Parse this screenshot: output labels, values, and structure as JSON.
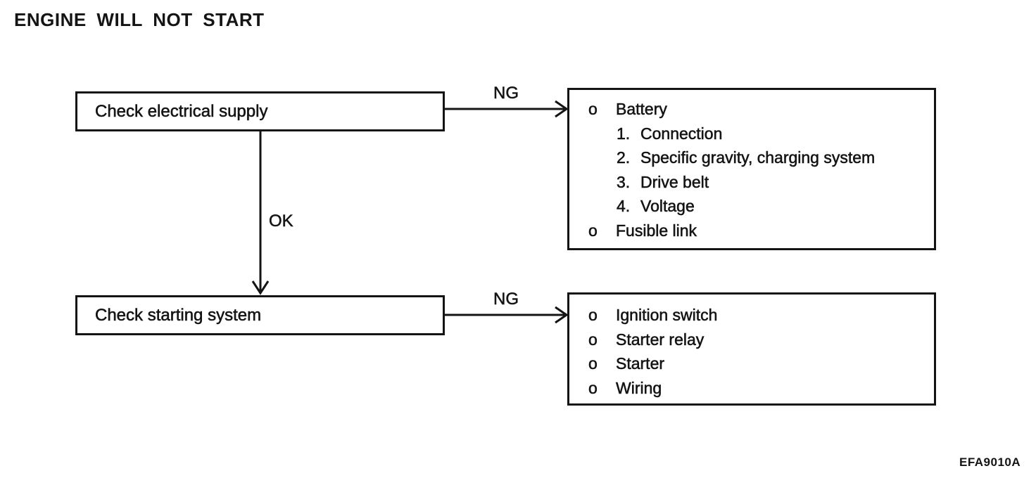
{
  "title": "ENGINE WILL NOT START",
  "figure_code": "EFA9010A",
  "colors": {
    "ink": "#141414",
    "background": "#ffffff"
  },
  "flow": {
    "step1": {
      "label": "Check electrical supply",
      "ng": "NG",
      "ok": "OK"
    },
    "step2": {
      "label": "Check starting system",
      "ng": "NG"
    },
    "result1": {
      "items": [
        {
          "marker": "o",
          "text": "Battery"
        },
        {
          "marker": "1.",
          "text": "Connection"
        },
        {
          "marker": "2.",
          "text": "Specific gravity, charging system"
        },
        {
          "marker": "3.",
          "text": "Drive belt"
        },
        {
          "marker": "4.",
          "text": "Voltage"
        },
        {
          "marker": "o",
          "text": "Fusible link"
        }
      ]
    },
    "result2": {
      "items": [
        {
          "marker": "o",
          "text": "Ignition switch"
        },
        {
          "marker": "o",
          "text": "Starter relay"
        },
        {
          "marker": "o",
          "text": "Starter"
        },
        {
          "marker": "o",
          "text": "Wiring"
        }
      ]
    }
  }
}
